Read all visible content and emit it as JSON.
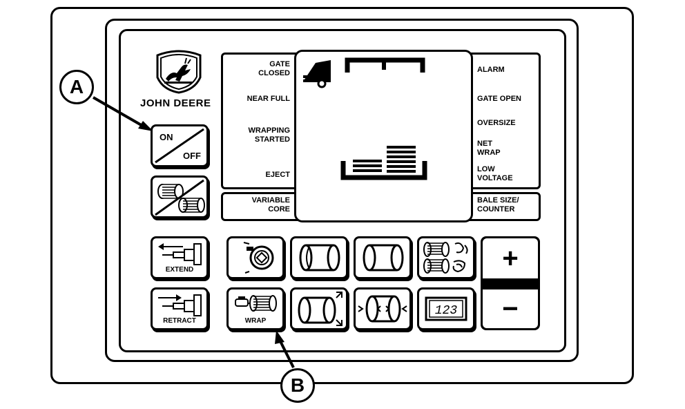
{
  "brand": {
    "name": "JOHN DEERE",
    "logo_icon": "john-deere-leaping-deer-logo"
  },
  "callouts": {
    "a": "A",
    "b": "B"
  },
  "display": {
    "left_labels": [
      "GATE\nCLOSED",
      "NEAR FULL",
      "WRAPPING\nSTARTED",
      "EJECT"
    ],
    "right_labels": [
      "ALARM",
      "GATE OPEN",
      "OVERSIZE",
      "NET\nWRAP",
      "LOW\nVOLTAGE"
    ],
    "bottom_left_label": "VARIABLE\nCORE",
    "bottom_right_label": "BALE SIZE/\nCOUNTER"
  },
  "keys": {
    "on_off": {
      "on": "ON",
      "off": "OFF"
    },
    "extend": "EXTEND",
    "retract": "RETRACT",
    "wrap": "WRAP",
    "counter_digits": "123",
    "plus": "+",
    "minus": "−"
  }
}
